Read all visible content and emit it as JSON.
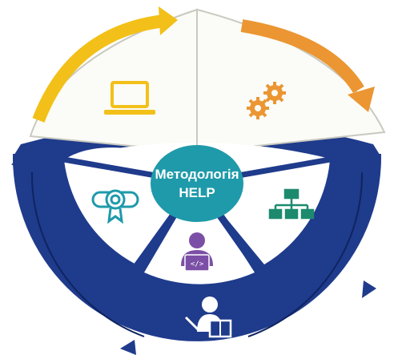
{
  "center": {
    "line1": "Методологія",
    "line2": "HELP"
  },
  "segments": [
    {
      "name": "laptop",
      "icon": "laptop-icon"
    },
    {
      "name": "gears",
      "icon": "gears-icon"
    },
    {
      "name": "hierarchy",
      "icon": "org-chart-icon"
    },
    {
      "name": "developer",
      "icon": "developer-icon"
    },
    {
      "name": "certificate",
      "icon": "certificate-icon"
    }
  ],
  "bottom_icon": "teacher-icon",
  "colors": {
    "navy": "#1f3b8c",
    "navy_dark": "#13296b",
    "yellow": "#f2c018",
    "orange": "#eb9632",
    "teal": "#1f9aaa",
    "teal_light": "#2fa7b8",
    "green": "#1d8a6e",
    "purple": "#7b4fa6",
    "segment_fill": "#fbfbf7",
    "segment_line": "#c9c9c0"
  }
}
